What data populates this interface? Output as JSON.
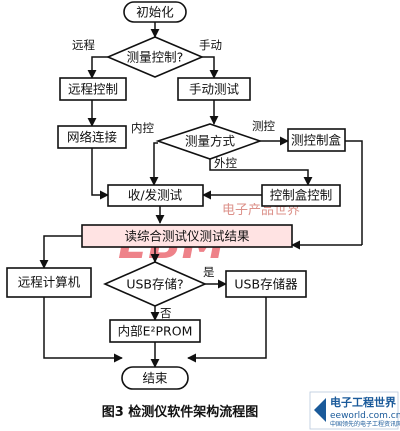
{
  "nodes": {
    "init": "初始化",
    "measure_control": "测量控制?",
    "remote_control": "远程控制",
    "manual_test": "手动测试",
    "network_connect": "网络连接",
    "measure_mode": "测量方式",
    "control_box": "测控制盒",
    "send_recv_test": "收/发测试",
    "box_control": "控制盒控制",
    "read_results": "读综合测试仪测试结果",
    "remote_computer": "远程计算机",
    "usb_storage_q": "USB存储?",
    "usb_storage": "USB存储器",
    "internal_eprom": "内部E²PROM",
    "end": "结束"
  },
  "edge_labels": {
    "remote": "远程",
    "manual": "手动",
    "inner_control": "内控",
    "measure_control": "测控",
    "outer_control": "外控",
    "yes": "是",
    "no": "否"
  },
  "caption": "图3   检测仪软件架构流程图",
  "watermark": {
    "main": "EBM",
    "sub": "电子产品世界"
  },
  "logo": {
    "title": "电子工程世界",
    "url": "eeworld.com.cn",
    "tagline": "中国领先的电子工程资讯网站"
  },
  "colors": {
    "highlight": "#ffe3e3",
    "watermark": "#e11d2a",
    "logo": "#1a5a9a"
  }
}
